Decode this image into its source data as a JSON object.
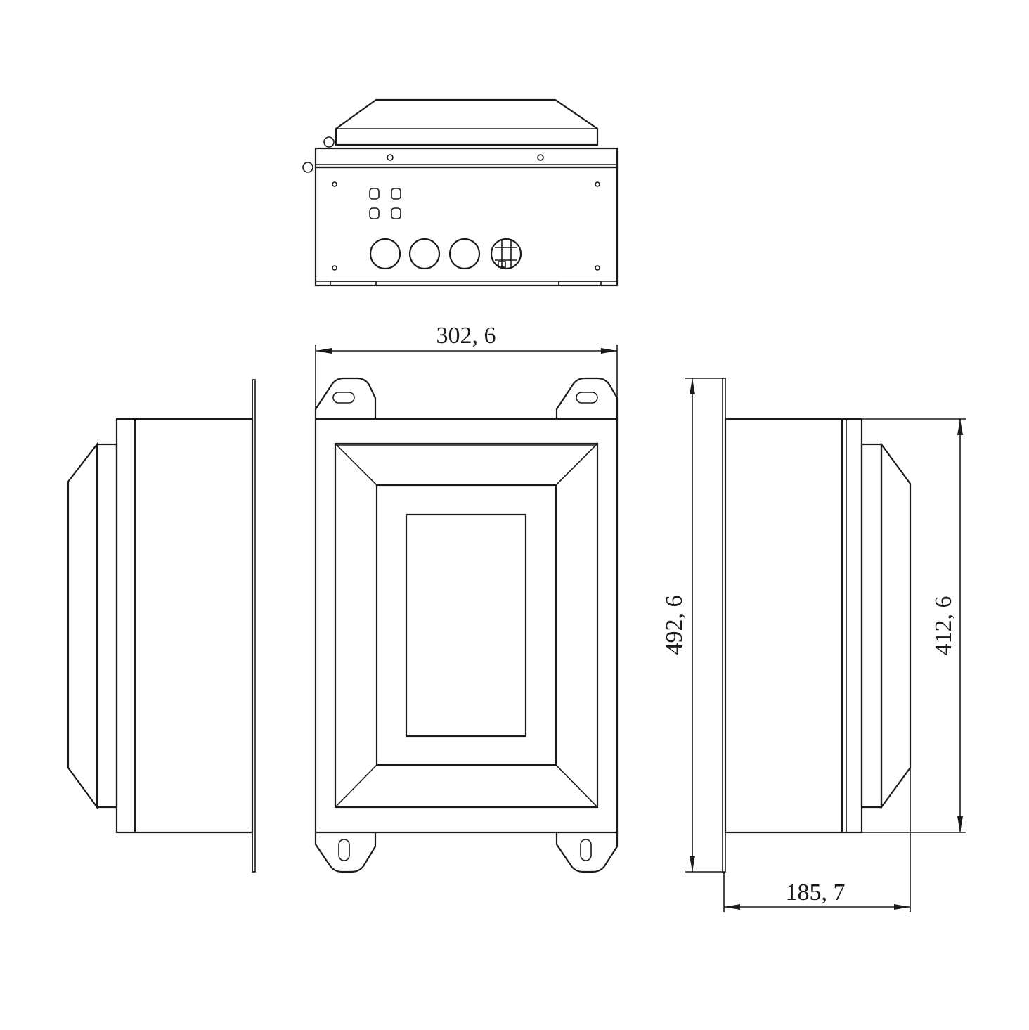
{
  "dimensions": {
    "width_front": "302, 6",
    "height_overall": "492, 6",
    "height_body": "412, 6",
    "depth": "185, 7"
  },
  "colors": {
    "line": "#1a1a1a",
    "background": "#ffffff"
  }
}
